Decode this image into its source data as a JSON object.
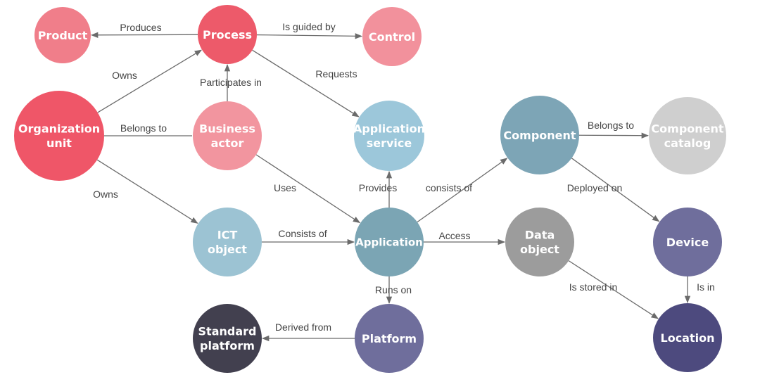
{
  "colors": {
    "pink_red": "#ED5A6A",
    "pink_light": "#F2919C",
    "coral": "#F07E8A",
    "light_blue": "#9CC7DA",
    "teal": "#7DA5B6",
    "gray": "#9C9C9C",
    "light_gray": "#CFCFCF",
    "purple": "#6F6E9C",
    "dark_purple": "#4D4A7E",
    "dark": "#42404F"
  },
  "nodes": {
    "product": {
      "lines": [
        "Product"
      ],
      "color": "#F07E8A"
    },
    "process": {
      "lines": [
        "Process"
      ],
      "color": "#ED5A6A"
    },
    "control": {
      "lines": [
        "Control"
      ],
      "color": "#F2919C"
    },
    "organization_unit": {
      "lines": [
        "Organization",
        "unit"
      ],
      "color": "#EF5668"
    },
    "business_actor": {
      "lines": [
        "Business",
        "actor"
      ],
      "color": "#F2959F"
    },
    "application_service": {
      "lines": [
        "Application",
        "service"
      ],
      "color": "#9CC7DA"
    },
    "component": {
      "lines": [
        "Component"
      ],
      "color": "#7DA5B6"
    },
    "component_catalog": {
      "lines": [
        "Component",
        "catalog"
      ],
      "color": "#CFCFCF"
    },
    "ict_object": {
      "lines": [
        "ICT",
        "object"
      ],
      "color": "#9CC3D3"
    },
    "application": {
      "lines": [
        "Application"
      ],
      "color": "#7BA5B4"
    },
    "data_object": {
      "lines": [
        "Data",
        "object"
      ],
      "color": "#9C9C9C"
    },
    "device": {
      "lines": [
        "Device"
      ],
      "color": "#6F6E9C"
    },
    "standard_platform": {
      "lines": [
        "Standard",
        "platform"
      ],
      "color": "#42404F"
    },
    "platform": {
      "lines": [
        "Platform"
      ],
      "color": "#6F6E9C"
    },
    "location": {
      "lines": [
        "Location"
      ],
      "color": "#4D4A7E"
    }
  },
  "edges": {
    "produces": "Produces",
    "is_guided_by": "Is guided by",
    "owns_process": "Owns",
    "participates_in": "Participates in",
    "requests": "Requests",
    "belongs_to_org": "Belongs to",
    "belongs_to_catalog": "Belongs to",
    "owns_ict": "Owns",
    "uses": "Uses",
    "provides": "Provides",
    "consists_of_component": "consists  of",
    "deployed_on": "Deployed  on",
    "consists_of_ict": "Consists of",
    "access": "Access",
    "runs_on": "Runs  on",
    "is_stored_in": "Is stored  in",
    "is_in": "Is in",
    "derived_from": "Derived from"
  }
}
